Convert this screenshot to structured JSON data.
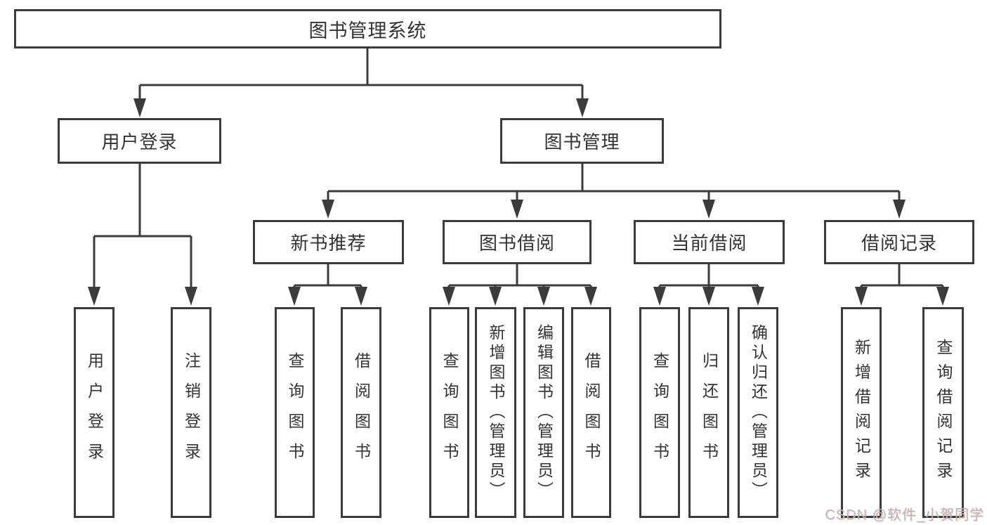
{
  "diagram": {
    "root": {
      "label": "图书管理系统"
    },
    "branches": [
      {
        "label": "用户登录"
      },
      {
        "label": "图书管理"
      }
    ],
    "modules": [
      {
        "label": "新书推荐",
        "parent": "图书管理"
      },
      {
        "label": "图书借阅",
        "parent": "图书管理"
      },
      {
        "label": "当前借阅",
        "parent": "图书管理"
      },
      {
        "label": "借阅记录",
        "parent": "图书管理"
      }
    ],
    "leaves": [
      {
        "label": "用户登录",
        "parent": "用户登录"
      },
      {
        "label": "注销登录",
        "parent": "用户登录"
      },
      {
        "label": "查询图书",
        "parent": "新书推荐"
      },
      {
        "label": "借阅图书",
        "parent": "新书推荐"
      },
      {
        "label": "查询图书",
        "parent": "图书借阅"
      },
      {
        "label": "新增图书（管理员）",
        "parent": "图书借阅"
      },
      {
        "label": "编辑图书（管理员）",
        "parent": "图书借阅"
      },
      {
        "label": "借阅图书",
        "parent": "图书借阅"
      },
      {
        "label": "查询图书",
        "parent": "当前借阅"
      },
      {
        "label": "归还图书",
        "parent": "当前借阅"
      },
      {
        "label": "确认归还（管理员）",
        "parent": "当前借阅"
      },
      {
        "label": "新增借阅记录",
        "parent": "借阅记录"
      },
      {
        "label": "查询借阅记录",
        "parent": "借阅记录"
      }
    ]
  },
  "watermark": {
    "text": "CSDN @软件_小贺同学"
  },
  "colors": {
    "line": "#3b3b3b",
    "text": "#333333",
    "background": "#ffffff",
    "watermark": "#b9b9b9"
  }
}
